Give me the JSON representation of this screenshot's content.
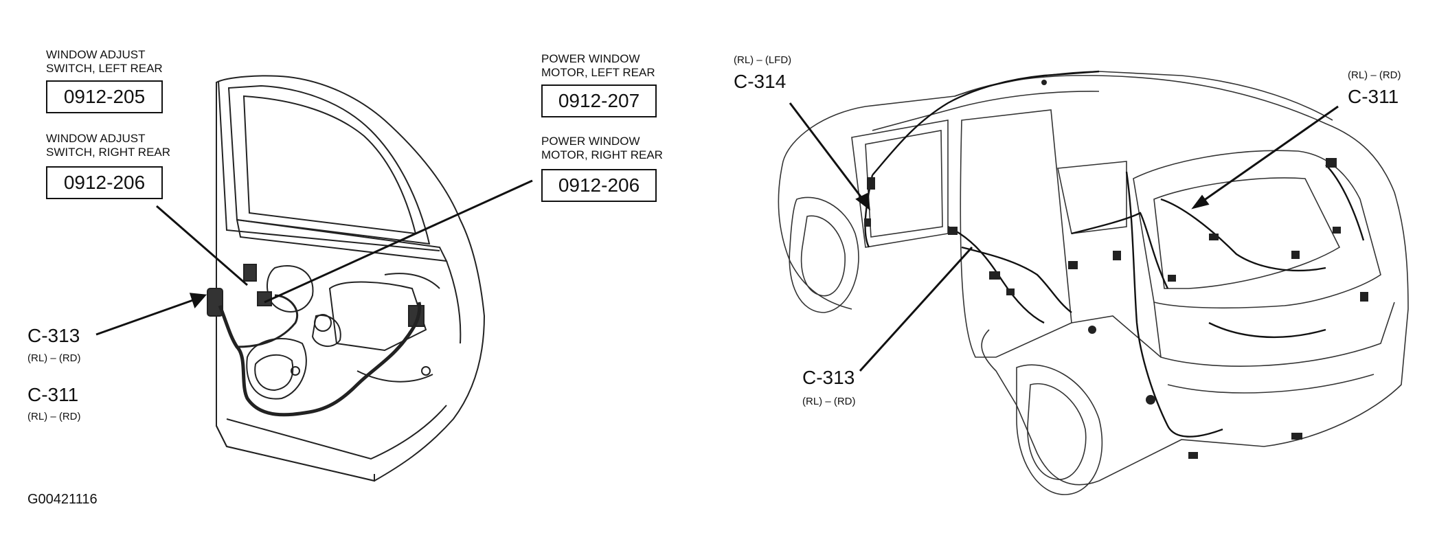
{
  "left": {
    "switch_lr": {
      "title1": "WINDOW ADJUST",
      "title2": "SWITCH, LEFT REAR",
      "code": "0912-205"
    },
    "switch_rr": {
      "title1": "WINDOW ADJUST",
      "title2": "SWITCH, RIGHT REAR",
      "code": "0912-206"
    },
    "motor_lr": {
      "title1": "POWER WINDOW",
      "title2": "MOTOR, LEFT REAR",
      "code": "0912-207"
    },
    "motor_rr": {
      "title1": "POWER WINDOW",
      "title2": "MOTOR, RIGHT REAR",
      "code": "0912-206"
    },
    "c313": {
      "id": "C-313",
      "sub": "(RL) – (RD)"
    },
    "c311": {
      "id": "C-311",
      "sub": "(RL) – (RD)"
    }
  },
  "right": {
    "c314": {
      "sub": "(RL) – (LFD)",
      "id": "C-314"
    },
    "c311": {
      "sub": "(RL) – (RD)",
      "id": "C-311"
    },
    "c313": {
      "id": "C-313",
      "sub": "(RL) – (RD)"
    }
  },
  "figure_id": "G00421116"
}
